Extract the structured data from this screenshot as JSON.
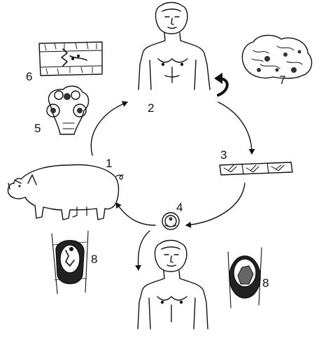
{
  "labels": {
    "pig": "1",
    "human_top": "2",
    "proglottid": "3",
    "egg": "4",
    "scolex": "5",
    "intestine": "6",
    "brain": "7",
    "cysticercus_left": "8",
    "cysticercus_right": "8"
  }
}
